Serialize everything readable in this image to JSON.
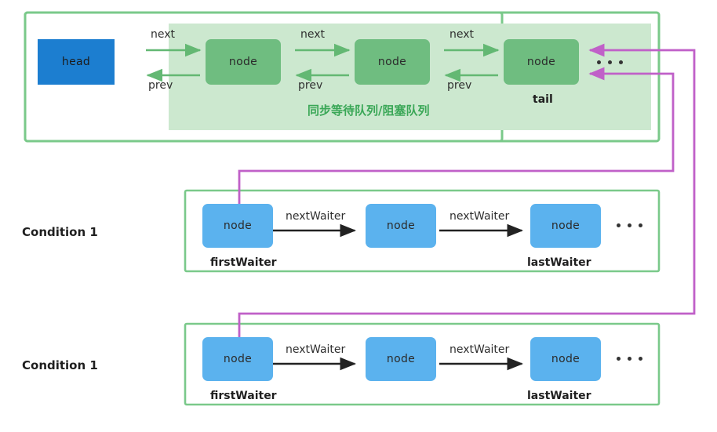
{
  "diagram": {
    "title_zh": "同步等待队列/阻塞队列",
    "colors": {
      "green_border": "#7ac98a",
      "green_fill_light": "#cce8cf",
      "green_node": "#6fbd80",
      "green_arrow": "#63b873",
      "blue_node": "#5bb2ee",
      "head_blue": "#1c7ed0",
      "purple_arrow": "#c060c8",
      "black_arrow": "#222222",
      "zh_label": "#3aa757"
    }
  },
  "sync_queue": {
    "head_label": "head",
    "band_label": "同步等待队列/阻塞队列",
    "tail_label": "tail",
    "ellipsis": "...",
    "nodes": [
      {
        "label": "node"
      },
      {
        "label": "node"
      },
      {
        "label": "node"
      }
    ],
    "edges": [
      {
        "forward": "next",
        "backward": "prev"
      },
      {
        "forward": "next",
        "backward": "prev"
      },
      {
        "forward": "next",
        "backward": "prev"
      }
    ]
  },
  "conditions": [
    {
      "section_label": "Condition 1",
      "first_waiter_label": "firstWaiter",
      "last_waiter_label": "lastWaiter",
      "ellipsis": "...",
      "nodes": [
        {
          "label": "node"
        },
        {
          "label": "node"
        },
        {
          "label": "node"
        }
      ],
      "edges": [
        {
          "label": "nextWaiter"
        },
        {
          "label": "nextWaiter"
        }
      ]
    },
    {
      "section_label": "Condition 1",
      "first_waiter_label": "firstWaiter",
      "last_waiter_label": "lastWaiter",
      "ellipsis": "...",
      "nodes": [
        {
          "label": "node"
        },
        {
          "label": "node"
        },
        {
          "label": "node"
        }
      ],
      "edges": [
        {
          "label": "nextWaiter"
        },
        {
          "label": "nextWaiter"
        }
      ]
    }
  ]
}
